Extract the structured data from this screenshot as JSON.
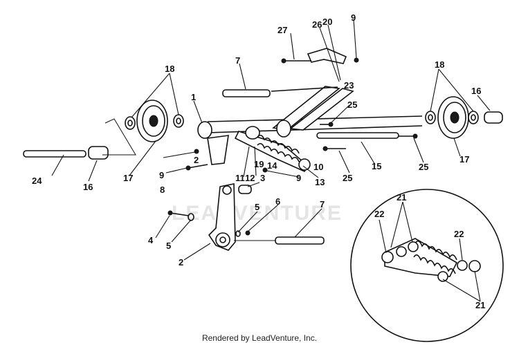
{
  "watermark": "LEADVENTURE",
  "footer": "Rendered by LeadVenture, Inc.",
  "callouts": {
    "c1": "1",
    "c2a": "2",
    "c2b": "2",
    "c3": "3",
    "c4": "4",
    "c5a": "5",
    "c5b": "5",
    "c6": "6",
    "c7a": "7",
    "c7b": "7",
    "c8": "8",
    "c9a": "9",
    "c9b": "9",
    "c9c": "9",
    "c10": "10",
    "c11": "11",
    "c12": "12",
    "c13": "13",
    "c14": "14",
    "c15": "15",
    "c16a": "16",
    "c16b": "16",
    "c17a": "17",
    "c17b": "17",
    "c18a": "18",
    "c18b": "18",
    "c19": "19",
    "c20": "20",
    "c21a": "21",
    "c21b": "21",
    "c22a": "22",
    "c22b": "22",
    "c23": "23",
    "c24": "24",
    "c25a": "25",
    "c25b": "25",
    "c25c": "25",
    "c26": "26",
    "c27": "27"
  }
}
